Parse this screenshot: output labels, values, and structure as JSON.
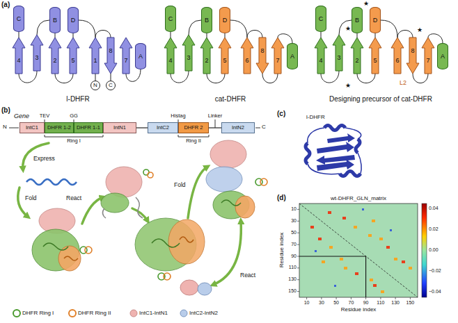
{
  "diagram": {
    "nodes": [
      {
        "text": [
          "C"
        ]
      },
      {
        "text": [
          "4"
        ]
      },
      {
        "text": [
          "3"
        ]
      },
      {
        "text": [
          "B"
        ]
      },
      {
        "text": [
          "2"
        ]
      },
      {
        "text": [
          "D"
        ]
      },
      {
        "text": [
          "5"
        ]
      },
      {
        "text": [
          "1"
        ]
      },
      {
        "text": [
          "8"
        ]
      },
      {
        "text": [
          "7"
        ]
      },
      {
        "text": [
          "A"
        ]
      },
      {
        "text": [
          "N"
        ]
      },
      {
        "text": [
          "C"
        ]
      },
      {
        "text": [
          "C"
        ]
      },
      {
        "text": [
          "4"
        ]
      },
      {
        "text": [
          "3"
        ]
      },
      {
        "text": [
          "B"
        ]
      },
      {
        "text": [
          "2"
        ]
      },
      {
        "text": [
          "D"
        ]
      },
      {
        "text": [
          "5"
        ]
      },
      {
        "text": [
          "6"
        ]
      },
      {
        "text": [
          "8"
        ]
      },
      {
        "text": [
          "7"
        ]
      },
      {
        "text": [
          "A"
        ]
      },
      {
        "text": [
          "C"
        ]
      },
      {
        "text": [
          "4"
        ]
      },
      {
        "text": [
          "3"
        ]
      },
      {
        "text": [
          "B"
        ]
      },
      {
        "text": [
          "2"
        ]
      },
      {
        "text": [
          "D"
        ]
      },
      {
        "text": [
          "5"
        ]
      },
      {
        "text": [
          "6"
        ]
      },
      {
        "text": [
          "8"
        ]
      },
      {
        "text": [
          "7"
        ]
      },
      {
        "text": [
          "A"
        ]
      },
      {
        "text": [
          "IntC1"
        ]
      },
      {
        "text": [
          "DHFR 1-2"
        ]
      },
      {
        "text": [
          "DHFR 1-1"
        ]
      },
      {
        "text": [
          "IntN1"
        ]
      },
      {
        "text": [
          "IntC2"
        ]
      },
      {
        "text": [
          "DHFR 2"
        ]
      },
      {
        "text": [
          "IntN2"
        ]
      }
    ],
    "edges": [
      {
        "from": 0,
        "to": 1,
        "arrow": "none"
      },
      {
        "from": 3,
        "to": 4,
        "arrow": "none"
      },
      {
        "from": 5,
        "to": 6,
        "arrow": "none"
      },
      {
        "from": 1,
        "to": 2,
        "arrow": "none"
      },
      {
        "from": 4,
        "to": 6,
        "arrow": "none"
      },
      {
        "from": 2,
        "to": 3,
        "arrow": "none"
      },
      {
        "from": 5,
        "to": 7,
        "arrow": "none"
      },
      {
        "from": 7,
        "to": 8,
        "arrow": "none"
      },
      {
        "from": 8,
        "to": 12,
        "arrow": "none"
      },
      {
        "from": 11,
        "to": 7,
        "arrow": "none"
      },
      {
        "from": 9,
        "to": 10,
        "arrow": "none"
      },
      {
        "from": 13,
        "to": 14,
        "arrow": "none"
      },
      {
        "from": 16,
        "to": 17,
        "arrow": "none"
      },
      {
        "from": 18,
        "to": 19,
        "arrow": "none"
      },
      {
        "from": 14,
        "to": 15,
        "arrow": "none"
      },
      {
        "from": 17,
        "to": 19,
        "arrow": "none"
      },
      {
        "from": 15,
        "to": 16,
        "arrow": "none"
      },
      {
        "from": 18,
        "to": 20,
        "arrow": "none"
      },
      {
        "from": 20,
        "to": 21,
        "arrow": "none"
      },
      {
        "from": 21,
        "to": 22,
        "arrow": "none"
      },
      {
        "from": 22,
        "to": 23,
        "arrow": "none"
      },
      {
        "from": 24,
        "to": 25,
        "arrow": "none"
      },
      {
        "from": 27,
        "to": 28,
        "arrow": "none"
      },
      {
        "from": 29,
        "to": 30,
        "arrow": "none"
      },
      {
        "from": 25,
        "to": 26,
        "arrow": "none"
      },
      {
        "from": 28,
        "to": 30,
        "arrow": "none"
      },
      {
        "from": 26,
        "to": 27,
        "arrow": "none"
      },
      {
        "from": 29,
        "to": 31,
        "arrow": "none"
      },
      {
        "from": 31,
        "to": 32,
        "arrow": "none"
      },
      {
        "from": 32,
        "to": 33,
        "arrow": "none"
      },
      {
        "from": 33,
        "to": 34,
        "arrow": "none"
      },
      {
        "from": 38,
        "to": 39,
        "arrow": "none"
      },
      {
        "from": 40,
        "to": 41,
        "arrow": "none"
      }
    ],
    "labels": [
      "(a)",
      "l-DHFR",
      "cat-DHFR",
      "Designing precursor of cat-DHFR",
      "★",
      "★",
      "★",
      "★",
      "L2",
      "(b)",
      "Gene",
      "N",
      "TEV",
      "GG",
      "Histag",
      "Linker",
      "C",
      "Ring I",
      "Ring II",
      "Express",
      "Fold",
      "React",
      "Fold",
      "React",
      "(c)",
      "l-DHFR",
      "(d)",
      "wt-DHFR_GLN_matrix",
      "10",
      "30",
      "50",
      "70",
      "90",
      "110",
      "130",
      "150",
      "10",
      "30",
      "50",
      "70",
      "90",
      "110",
      "130",
      "150",
      "Residue index",
      "Residue index",
      "0.04",
      "0.02",
      "0.00",
      "−0.02",
      "−0.04"
    ],
    "legend": [
      {
        "text": "DHFR Ring I"
      },
      {
        "text": "DHFR Ring II"
      },
      {
        "text": "IntC1-IntN1"
      },
      {
        "text": "IntC2-IntN2"
      }
    ]
  }
}
